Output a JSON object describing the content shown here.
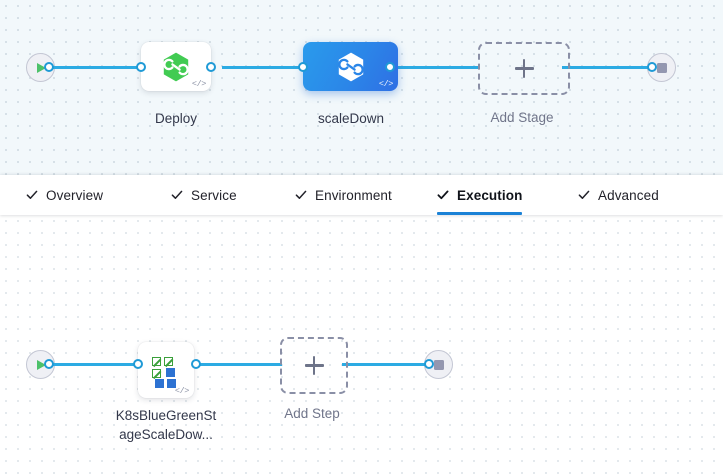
{
  "theme": {
    "accent_blue": "#2cabe3",
    "selected_blue": "#2b86e8",
    "tab_underline": "#1b82d6",
    "green": "#4dc16a",
    "k8s_green": "#3aa03a",
    "k8s_blue": "#2d72d2",
    "muted_text": "#70758a",
    "canvas_top_bg": "#f2f8fb",
    "canvas_bottom_bg": "#ffffff"
  },
  "stage_canvas": {
    "name": "pipeline-stages-canvas",
    "start_node": {
      "icon": "play-icon",
      "label": ""
    },
    "end_node": {
      "icon": "stop-icon",
      "label": ""
    },
    "stages": [
      {
        "id": "deploy",
        "label": "Deploy",
        "icon": "harness-hexagon-icon",
        "icon_color": "#41cb52",
        "selected": false,
        "code_badge": "</>"
      },
      {
        "id": "scaleDown",
        "label": "scaleDown",
        "icon": "harness-hexagon-icon",
        "icon_color": "#ffffff",
        "selected": true,
        "code_badge": "</>"
      }
    ],
    "add_stage": {
      "label": "Add Stage",
      "icon": "plus-icon"
    }
  },
  "tabs": {
    "name": "stage-config-tabs",
    "items": [
      {
        "id": "overview",
        "label": "Overview",
        "icon": "check-icon",
        "active": false
      },
      {
        "id": "service",
        "label": "Service",
        "icon": "check-icon",
        "active": false
      },
      {
        "id": "environment",
        "label": "Environment",
        "icon": "check-icon",
        "active": false
      },
      {
        "id": "execution",
        "label": "Execution",
        "icon": "check-icon",
        "active": true
      },
      {
        "id": "advanced",
        "label": "Advanced",
        "icon": "check-icon",
        "active": false
      }
    ]
  },
  "step_canvas": {
    "name": "execution-steps-canvas",
    "start_node": {
      "icon": "play-icon"
    },
    "end_node": {
      "icon": "stop-icon"
    },
    "steps": [
      {
        "id": "k8sBlueGreenStageScaleDown",
        "label_line1": "K8sBlueGreenSt",
        "label_line2": "ageScaleDow...",
        "label_full": "K8sBlueGreenStageScaleDow...",
        "icon": "kubernetes-scale-icon",
        "code_badge": "</>"
      }
    ],
    "add_step": {
      "label": "Add Step",
      "icon": "plus-icon"
    }
  }
}
